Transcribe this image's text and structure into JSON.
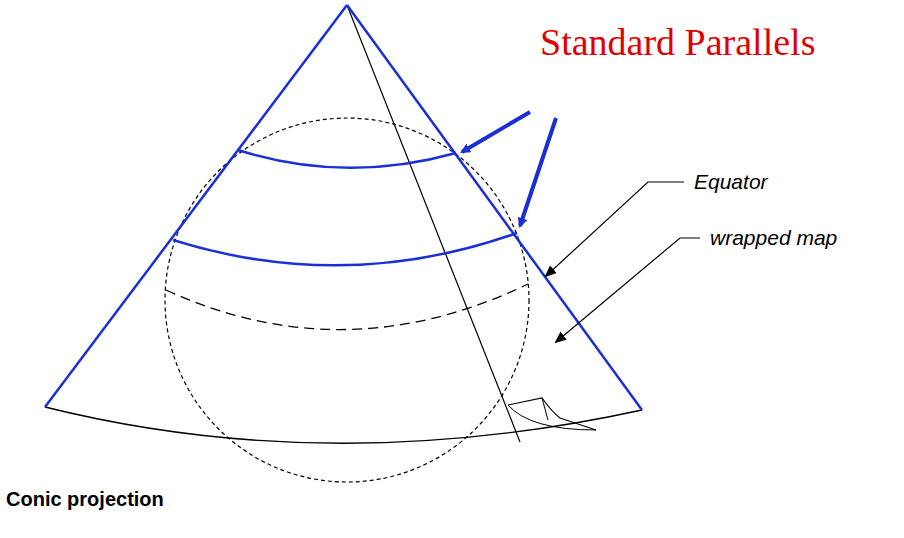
{
  "diagram": {
    "caption": "Conic projection",
    "labels": [
      "Standard Parallels",
      "Equator",
      "wrapped map"
    ]
  }
}
